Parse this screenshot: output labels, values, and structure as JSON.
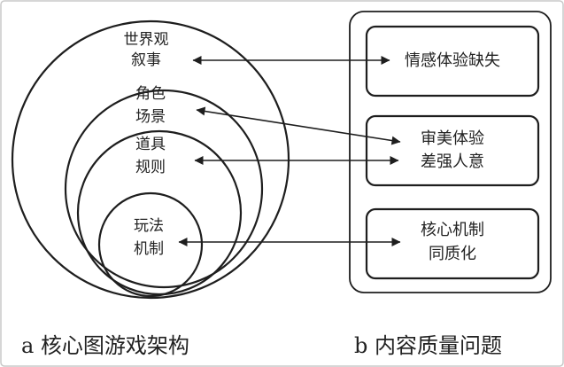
{
  "colors": {
    "stroke": "#1e1e1e",
    "text": "#222222",
    "border": "#c8c8c8",
    "background": "#ffffff"
  },
  "circles": {
    "worldview": [
      "世界观",
      "叙事"
    ],
    "character": [
      "角色",
      "场景"
    ],
    "props": [
      "道具",
      "规则"
    ],
    "gameplay": [
      "玩法",
      "机制"
    ]
  },
  "problems": {
    "emotion": [
      "情感体验缺失"
    ],
    "aesthetic": [
      "审美体验",
      "差强人意"
    ],
    "core": [
      "核心机制",
      "同质化"
    ]
  },
  "captions": {
    "left": "a 核心图游戏架构",
    "right": "b 内容质量问题"
  }
}
